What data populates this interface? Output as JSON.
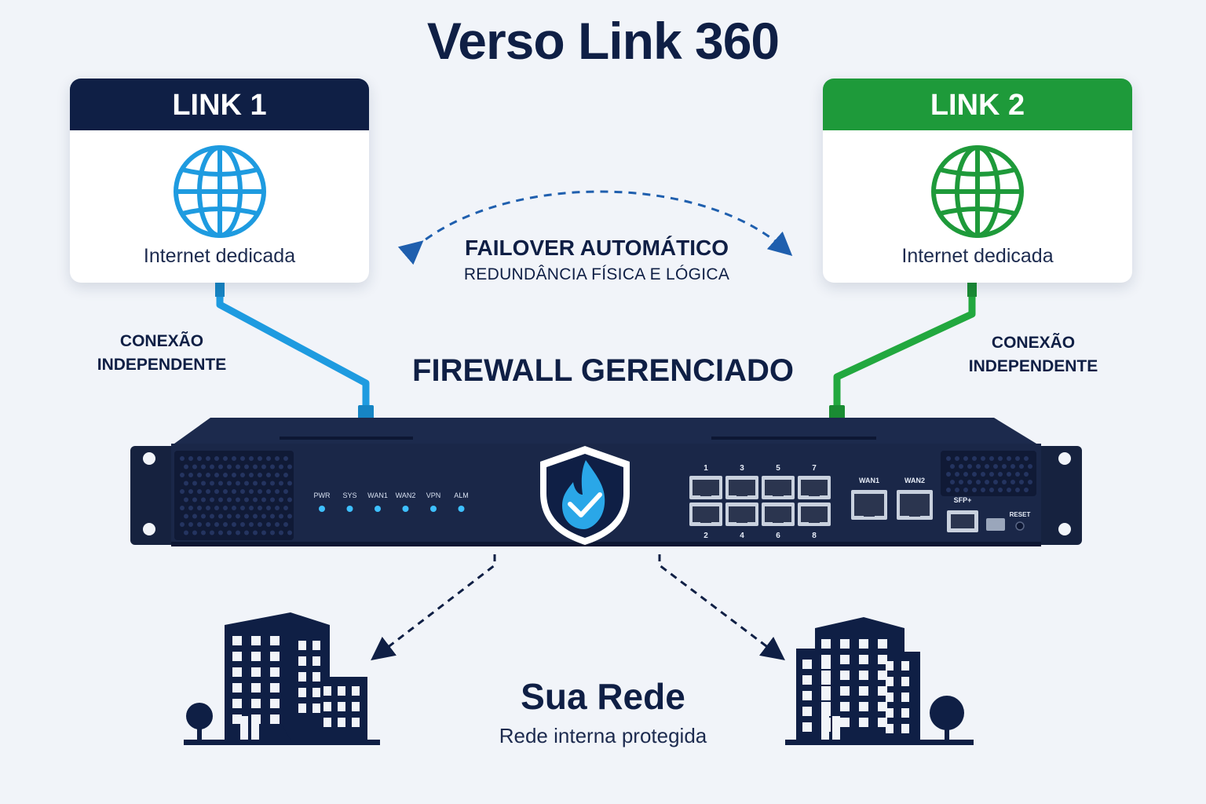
{
  "title": "Verso Link 360",
  "colors": {
    "navy": "#0f1f45",
    "blue": "#1e9be0",
    "green": "#1e9a3a",
    "led": "#3ec0ff"
  },
  "link1": {
    "header": "LINK 1",
    "label": "Internet dedicada",
    "connection": [
      "CONEXÃO",
      "INDEPENDENTE"
    ],
    "icon": "globe-icon"
  },
  "link2": {
    "header": "LINK 2",
    "label": "Internet dedicada",
    "connection": [
      "CONEXÃO",
      "INDEPENDENTE"
    ],
    "icon": "globe-icon"
  },
  "failover": {
    "title": "FAILOVER AUTOMÁTICO",
    "subtitle": "REDUNDÂNCIA FÍSICA E LÓGICA"
  },
  "firewall": {
    "title": "FIREWALL GERENCIADO",
    "leds": [
      "PWR",
      "SYS",
      "WAN1",
      "WAN2",
      "VPN",
      "ALM"
    ],
    "ports_top": [
      "1",
      "3",
      "5",
      "7"
    ],
    "ports_bottom": [
      "2",
      "4",
      "6",
      "8"
    ],
    "wan_ports": [
      "WAN1",
      "WAN2"
    ],
    "sfp_label": "SFP+",
    "reset_label": "RESET",
    "icon": "shield-check-icon"
  },
  "network": {
    "title": "Sua Rede",
    "subtitle": "Rede interna protegida",
    "icon": "building-icon"
  }
}
